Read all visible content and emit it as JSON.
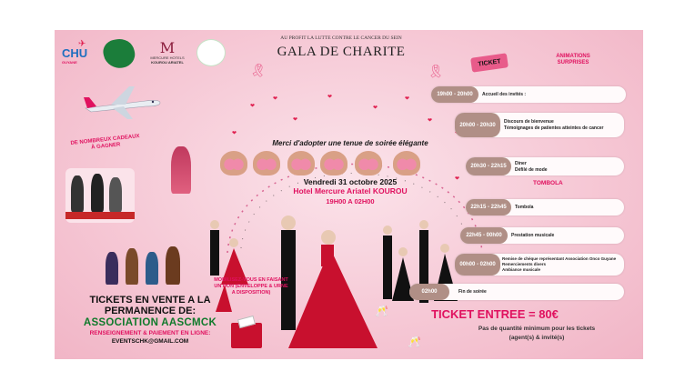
{
  "header": {
    "logos": [
      "CHU",
      "GUYANE",
      "MERCURE HOTELS",
      "KOUROU ARIATEL"
    ],
    "subtitle": "AU PROFIT LA LUTTE CONTRE LE CANCER DU SEIN",
    "title": "GALA DE CHARITE"
  },
  "left": {
    "gifts": "DE NOMBREUX CADEAUX À GAGNER",
    "tickets_line1": "TICKETS EN VENTE A LA",
    "tickets_line2": "PERMANENCE DE:",
    "association": "ASSOCIATION AASCMCK",
    "info": "RENSEIGNEMENT & PAIEMENT EN LIGNE:",
    "email": "EVENTSCHK@GMAIL.COM"
  },
  "center": {
    "dress_code": "Merci d'adopter une tenue de soirée élégante",
    "date": "Vendredi 31 octobre 2025",
    "venue": "Hotel Mercure Ariatel KOUROU",
    "hours": "19H00 A 02H00",
    "donation": "MOBILISEZ-VOUS EN FAISANT UN DON (ENVELOPPE & URNE A DISPOSITION)"
  },
  "right": {
    "ticket_badge": "TICKET",
    "animations": "ANIMATIONS SURPRISES",
    "tombola": "TOMBOLA",
    "schedule": [
      {
        "time": "19h00 - 20h00",
        "lines": [
          "Accueil des invités :"
        ]
      },
      {
        "time": "20h00 - 20h30",
        "lines": [
          "Discours de bienvenue",
          "Témoignages de patientes atteintes de cancer"
        ]
      },
      {
        "time": "20h30 - 22h15",
        "lines": [
          "Diner",
          "Défilé de mode"
        ]
      },
      {
        "time": "22h15 - 22h45",
        "lines": [
          "Tombola"
        ]
      },
      {
        "time": "22h45 - 00h00",
        "lines": [
          "Prestation musicale"
        ]
      },
      {
        "time": "00h00 - 02h00",
        "lines": [
          "Remise de chèque représentant Association Onco Guyane",
          "Remerciements divers",
          "Ambiance musicale"
        ]
      },
      {
        "time": "02h00",
        "lines": [
          "Fin de soirée"
        ]
      }
    ],
    "price": "TICKET ENTREE = 80€",
    "note_line1": "Pas de quantité minimum pour les tickets",
    "note_line2": "(agent(s) & invité(s)"
  },
  "colors": {
    "accent": "#e0115f",
    "green": "#0f7a2b",
    "pill_time": "#b08f86"
  }
}
